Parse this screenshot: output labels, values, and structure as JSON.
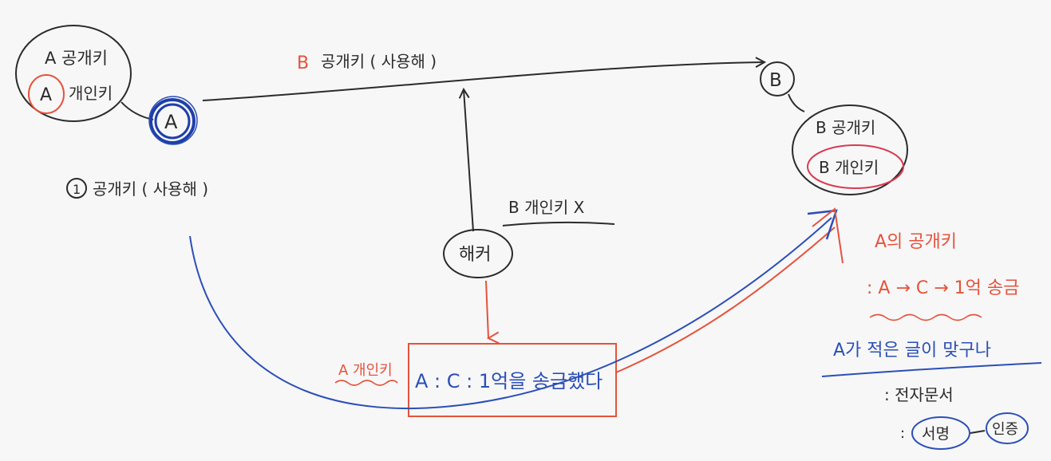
{
  "colors": {
    "ink": "#2b2b2b",
    "red": "#e5533b",
    "blue": "#2b4fb5",
    "background": "#f7f7f8"
  },
  "node_a": {
    "label": "A",
    "public_key": "A 공개키",
    "private_key_marker": "A",
    "private_key": "개인키"
  },
  "node_b": {
    "label": "B",
    "public_key": "B 공개키",
    "private_key": "B 개인키"
  },
  "hacker": {
    "label": "해커",
    "note": "B 개인키 X"
  },
  "arrow_top_label": {
    "prefix": "B",
    "text": "공개키 ( 사용해 )"
  },
  "step_one": {
    "number": "1",
    "text": "공개키 ( 사용해 )"
  },
  "message_box": {
    "side_label": "A 개인키",
    "text": "A : C : 1억을 송금했다"
  },
  "notes": {
    "a_public_key": "A의 공개키",
    "transfer": ": A → C → 1억 송금",
    "only_a": "A가 적은 글이 맞구나",
    "document": ": 전자문서",
    "signature": "서명",
    "auth": "인증"
  }
}
